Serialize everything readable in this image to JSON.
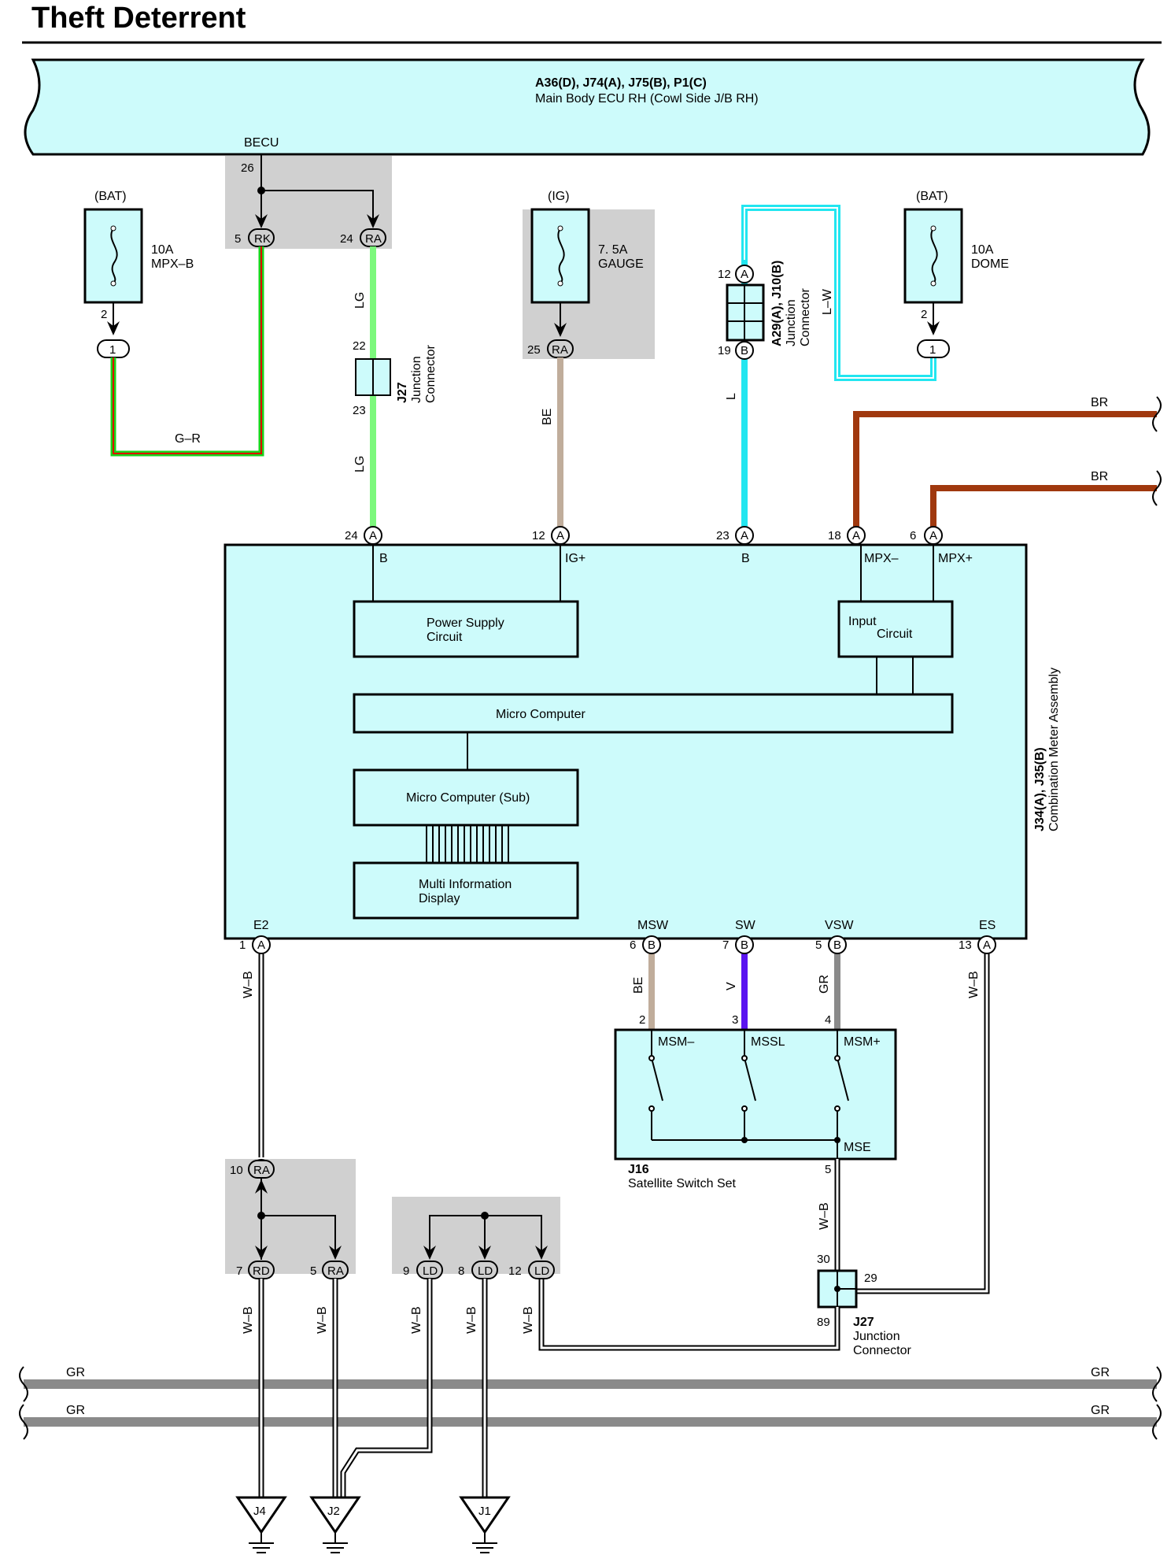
{
  "title": "Theft Deterrent",
  "ecu": {
    "connectors": "A36(D), J74(A), J75(B), P1(C)",
    "name": "Main Body ECU RH (Cowl Side J/B RH)",
    "becu": "BECU",
    "becu_pin": "26",
    "rk_pin": "5",
    "rk": "RK",
    "ra_pin": "24",
    "ra": "RA"
  },
  "fuse_left": {
    "source": "(BAT)",
    "rating": "10A",
    "name": "MPX–B",
    "pin": "2",
    "conn": "1",
    "wire": "G–R"
  },
  "fuse_gauge": {
    "source": "(IG)",
    "rating": "7. 5A",
    "name": "GAUGE",
    "pin": "25",
    "conn": "RA",
    "wire": "BE"
  },
  "fuse_dome": {
    "source": "(BAT)",
    "rating": "10A",
    "name": "DOME",
    "pin": "2",
    "conn": "1"
  },
  "j27_top": {
    "id": "J27",
    "label1": "Junction",
    "label2": "Connector",
    "pin_top": "22",
    "pin_bottom": "23",
    "wire": "LG"
  },
  "j10": {
    "id": "A29(A), J10(B)",
    "label1": "Junction",
    "label2": "Connector",
    "pin_top": "12",
    "pin_top_conn": "A",
    "pin_bottom": "19",
    "pin_bottom_conn": "B",
    "wire_in": "L–W",
    "wire_out": "L"
  },
  "br_wire": "BR",
  "meter": {
    "name1": "J34(A), J35(B)",
    "name2": "Combination Meter Assembly",
    "top_pins": [
      {
        "num": "24",
        "conn": "A",
        "sig": "B"
      },
      {
        "num": "12",
        "conn": "A",
        "sig": "IG+"
      },
      {
        "num": "23",
        "conn": "A",
        "sig": "B"
      },
      {
        "num": "18",
        "conn": "A",
        "sig": "MPX–"
      },
      {
        "num": "6",
        "conn": "A",
        "sig": "MPX+"
      }
    ],
    "bottom_pins": [
      {
        "num": "1",
        "conn": "A",
        "sig": "E2"
      },
      {
        "num": "6",
        "conn": "B",
        "sig": "MSW"
      },
      {
        "num": "7",
        "conn": "B",
        "sig": "SW"
      },
      {
        "num": "5",
        "conn": "B",
        "sig": "VSW"
      },
      {
        "num": "13",
        "conn": "A",
        "sig": "ES"
      }
    ],
    "power_supply": [
      "Power Supply",
      "Circuit"
    ],
    "input": [
      "Input",
      "Circuit"
    ],
    "micro": "Micro Computer",
    "micro_sub": "Micro Computer (Sub)",
    "mid": [
      "Multi Information",
      "Display"
    ]
  },
  "switch": {
    "id": "J16",
    "name": "Satellite Switch Set",
    "pins": [
      {
        "num": "2",
        "sig": "MSM–",
        "wire": "BE"
      },
      {
        "num": "3",
        "sig": "MSSL",
        "wire": "V"
      },
      {
        "num": "4",
        "sig": "MSM+",
        "wire": "GR"
      }
    ],
    "mse": "MSE",
    "mse_pin": "5"
  },
  "j27_bottom": {
    "id": "J27",
    "label1": "Junction",
    "label2": "Connector",
    "pin30": "30",
    "pin29": "29",
    "pin89": "89"
  },
  "wb": "W–B",
  "ra_splice": {
    "pin_top": "10",
    "conn_top": "RA",
    "pin_rd": "7",
    "rd": "RD",
    "pin_ra": "5",
    "ra": "RA"
  },
  "ld_splice": [
    {
      "num": "9",
      "conn": "LD"
    },
    {
      "num": "8",
      "conn": "LD"
    },
    {
      "num": "12",
      "conn": "LD"
    }
  ],
  "gr": "GR",
  "grounds": [
    "J4",
    "J2",
    "J1"
  ]
}
